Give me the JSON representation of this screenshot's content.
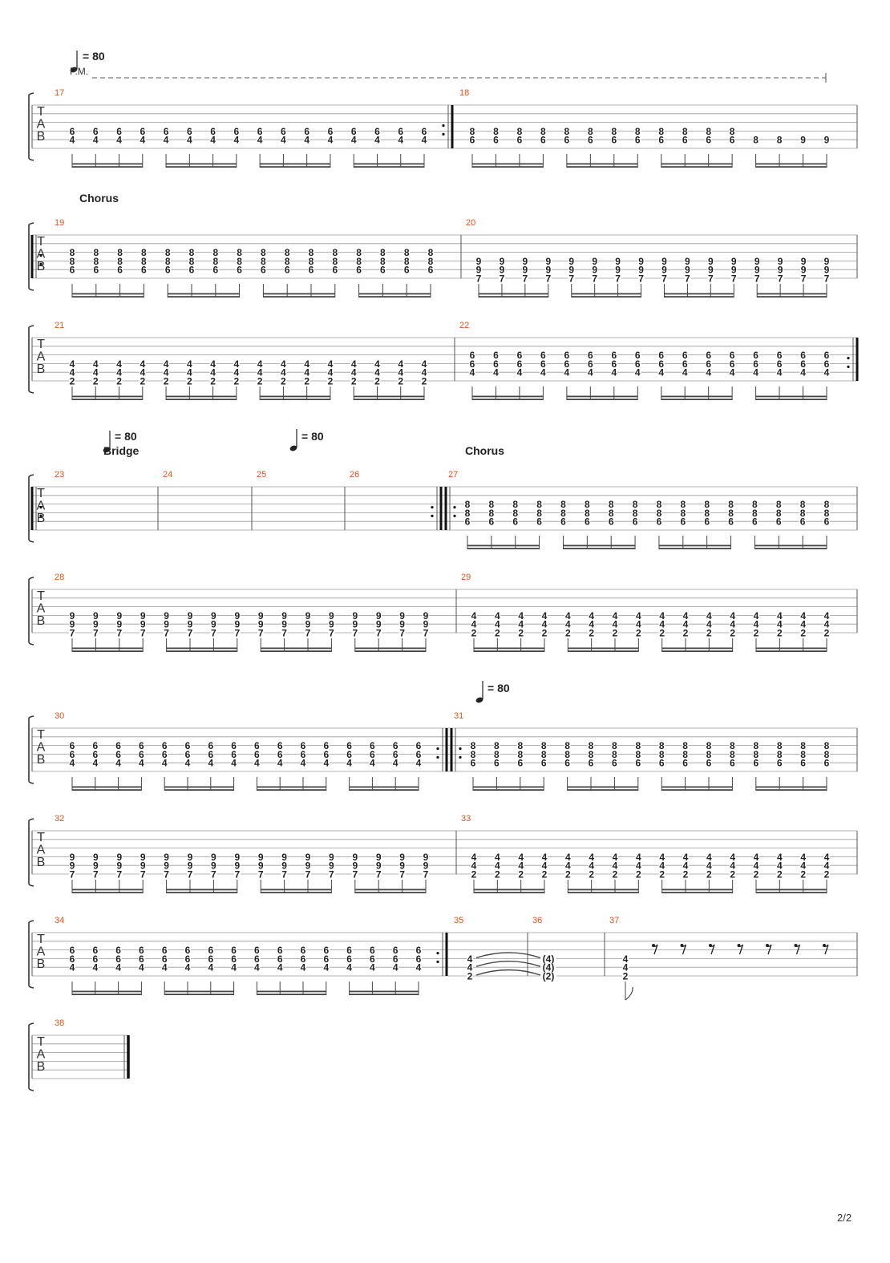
{
  "page_number": "2/2",
  "tempo_marks": [
    {
      "value": "= 80"
    },
    {
      "value": "= 80"
    },
    {
      "value": "= 80"
    },
    {
      "value": "= 80"
    }
  ],
  "palm_mute_label": "P.M.",
  "section_labels": [
    "Chorus",
    "Bridge",
    "Chorus"
  ],
  "tab_clef": [
    "T",
    "A",
    "B"
  ],
  "systems": [
    {
      "measures": [
        {
          "number": "17",
          "groups": [
            {
              "count": 16,
              "notes": [
                {
                  "s": 3,
                  "f": "6"
                },
                {
                  "s": 4,
                  "f": "4"
                }
              ]
            }
          ],
          "end_repeat": true
        },
        {
          "number": "18",
          "groups": [
            {
              "count": 12,
              "notes": [
                {
                  "s": 3,
                  "f": "8"
                },
                {
                  "s": 4,
                  "f": "6"
                }
              ]
            },
            {
              "count": 2,
              "notes": [
                {
                  "s": 4,
                  "f": "8"
                }
              ]
            },
            {
              "count": 2,
              "notes": [
                {
                  "s": 4,
                  "f": "9"
                }
              ]
            }
          ]
        }
      ]
    },
    {
      "measures": [
        {
          "number": "19",
          "start_repeat": true,
          "groups": [
            {
              "count": 16,
              "notes": [
                {
                  "s": 2,
                  "f": "8"
                },
                {
                  "s": 3,
                  "f": "8"
                },
                {
                  "s": 4,
                  "f": "6"
                }
              ]
            }
          ]
        },
        {
          "number": "20",
          "groups": [
            {
              "count": 16,
              "notes": [
                {
                  "s": 3,
                  "f": "9"
                },
                {
                  "s": 4,
                  "f": "9"
                },
                {
                  "s": 5,
                  "f": "7"
                }
              ]
            }
          ]
        }
      ]
    },
    {
      "measures": [
        {
          "number": "21",
          "groups": [
            {
              "count": 16,
              "notes": [
                {
                  "s": 3,
                  "f": "4"
                },
                {
                  "s": 4,
                  "f": "4"
                },
                {
                  "s": 5,
                  "f": "2"
                }
              ]
            }
          ]
        },
        {
          "number": "22",
          "end_repeat": true,
          "groups": [
            {
              "count": 16,
              "notes": [
                {
                  "s": 2,
                  "f": "6"
                },
                {
                  "s": 3,
                  "f": "6"
                },
                {
                  "s": 4,
                  "f": "4"
                }
              ]
            }
          ]
        }
      ]
    },
    {
      "measures": [
        {
          "number": "23",
          "start_repeat": true,
          "groups": []
        },
        {
          "number": "24",
          "groups": []
        },
        {
          "number": "25",
          "groups": []
        },
        {
          "number": "26",
          "end_repeat": true,
          "groups": []
        },
        {
          "number": "27",
          "start_repeat": true,
          "groups": [
            {
              "count": 16,
              "notes": [
                {
                  "s": 2,
                  "f": "8"
                },
                {
                  "s": 3,
                  "f": "8"
                },
                {
                  "s": 4,
                  "f": "6"
                }
              ]
            }
          ]
        }
      ]
    },
    {
      "measures": [
        {
          "number": "28",
          "groups": [
            {
              "count": 16,
              "notes": [
                {
                  "s": 3,
                  "f": "9"
                },
                {
                  "s": 4,
                  "f": "9"
                },
                {
                  "s": 5,
                  "f": "7"
                }
              ]
            }
          ]
        },
        {
          "number": "29",
          "groups": [
            {
              "count": 16,
              "notes": [
                {
                  "s": 3,
                  "f": "4"
                },
                {
                  "s": 4,
                  "f": "4"
                },
                {
                  "s": 5,
                  "f": "2"
                }
              ]
            }
          ]
        }
      ]
    },
    {
      "measures": [
        {
          "number": "30",
          "end_repeat": true,
          "groups": [
            {
              "count": 16,
              "notes": [
                {
                  "s": 2,
                  "f": "6"
                },
                {
                  "s": 3,
                  "f": "6"
                },
                {
                  "s": 4,
                  "f": "4"
                }
              ]
            }
          ]
        },
        {
          "number": "31",
          "start_repeat": true,
          "groups": [
            {
              "count": 16,
              "notes": [
                {
                  "s": 2,
                  "f": "8"
                },
                {
                  "s": 3,
                  "f": "8"
                },
                {
                  "s": 4,
                  "f": "6"
                }
              ]
            }
          ]
        }
      ]
    },
    {
      "measures": [
        {
          "number": "32",
          "groups": [
            {
              "count": 16,
              "notes": [
                {
                  "s": 3,
                  "f": "9"
                },
                {
                  "s": 4,
                  "f": "9"
                },
                {
                  "s": 5,
                  "f": "7"
                }
              ]
            }
          ]
        },
        {
          "number": "33",
          "groups": [
            {
              "count": 16,
              "notes": [
                {
                  "s": 3,
                  "f": "4"
                },
                {
                  "s": 4,
                  "f": "4"
                },
                {
                  "s": 5,
                  "f": "2"
                }
              ]
            }
          ]
        }
      ]
    },
    {
      "measures": [
        {
          "number": "34",
          "end_repeat": true,
          "groups": [
            {
              "count": 16,
              "notes": [
                {
                  "s": 2,
                  "f": "6"
                },
                {
                  "s": 3,
                  "f": "6"
                },
                {
                  "s": 4,
                  "f": "4"
                }
              ]
            }
          ]
        },
        {
          "number": "35",
          "groups": [
            {
              "count": 1,
              "notes": [
                {
                  "s": 3,
                  "f": "4"
                },
                {
                  "s": 4,
                  "f": "4"
                },
                {
                  "s": 5,
                  "f": "2"
                }
              ]
            }
          ]
        },
        {
          "number": "36",
          "groups": [
            {
              "count": 1,
              "notes": [
                {
                  "s": 3,
                  "f": "(4)"
                },
                {
                  "s": 4,
                  "f": "(4)"
                },
                {
                  "s": 5,
                  "f": "(2)"
                }
              ]
            }
          ]
        },
        {
          "number": "37",
          "groups": [
            {
              "count": 1,
              "notes": [
                {
                  "s": 3,
                  "f": "4"
                },
                {
                  "s": 4,
                  "f": "4"
                },
                {
                  "s": 5,
                  "f": "2"
                }
              ]
            }
          ],
          "rests": 7
        }
      ]
    },
    {
      "measures": [
        {
          "number": "38",
          "final": true,
          "groups": []
        }
      ]
    }
  ]
}
